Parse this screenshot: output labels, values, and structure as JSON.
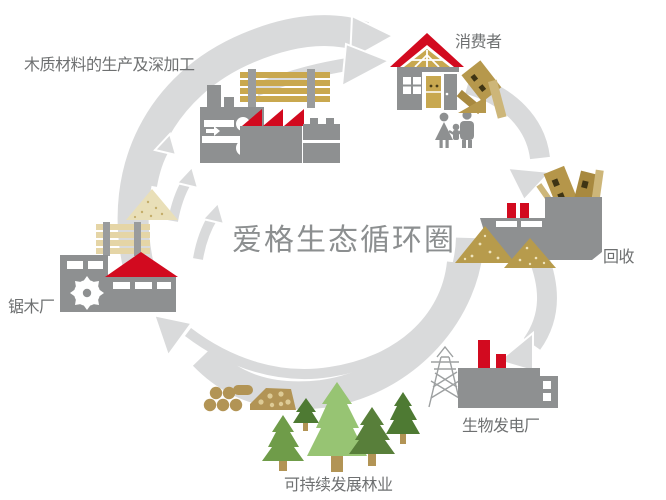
{
  "title": {
    "text": "爱格生态循环圈"
  },
  "labels": {
    "production": "木质材料的生产及深加工",
    "consumer": "消费者",
    "recycling": "回收",
    "biomass_plant": "生物发电厂",
    "forestry": "可持续发展林业",
    "sawmill": "锯木厂"
  },
  "icons": {
    "production": "factory-machine-icon",
    "consumer": "house-with-family-icon",
    "recycling": "cargo-ship-icon",
    "biomass_plant": "power-plant-icon",
    "forestry": "pine-trees-icon",
    "sawmill": "sawmill-building-icon",
    "flow": "curved-arrow-icon"
  },
  "colors": {
    "arrow_band": "#d9dadb",
    "icon_gray": "#8e9091",
    "brand_red": "#d20a1f",
    "wood_gold": "#b6984c",
    "wood_light": "#e5d5a6",
    "sand_pale": "#e9dfb8",
    "tree_light_green": "#97c473",
    "tree_mid_green": "#6f9c49",
    "tree_dark_green": "#4e7a33",
    "trunk_brown": "#b29455",
    "label_text": "#6e7071",
    "title_text": "#8c8f90"
  }
}
